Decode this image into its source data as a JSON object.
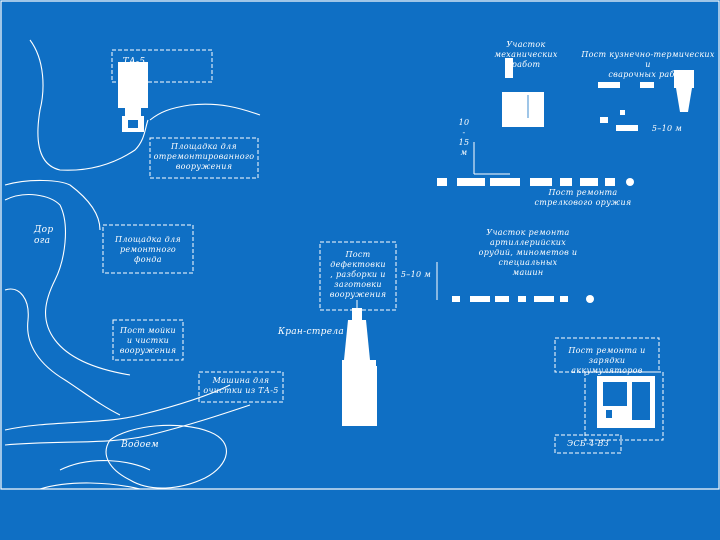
{
  "colors": {
    "background": "#0f6fc4",
    "lines": "#ffffff",
    "objects": "#ffffff",
    "object_details": "#0f6fc4"
  },
  "labels": {
    "ta5_top": "ТА-5",
    "mechanical_section": "Участок\nмеханических\nработ",
    "forge_weld_post": "Пост кузнечно-термических и\nсварочных работ",
    "area_15": "10\n-\n15\nм",
    "area_5_10_top": "5–10 м",
    "armament_repair_site": "Площадка для\nотремонтированного\nвооружения",
    "small_arms_post": "Пост ремонта\nстрелкового оружия",
    "road": "Дор\nога",
    "repair_fund_site": "Площадка для\nремонтного\nфонда",
    "defect_post": "Пост\nдефектовки\n, разборки и\nзаготовки\nвооружения",
    "area_5_10_mid": "5–10 м",
    "artillery_section": "Участок ремонта\nартиллерийских\nорудий, минометов и специальных\nмашин",
    "wash_post": "Пост мойки\nи чистки\nвооружения",
    "crane": "Кран-стрела",
    "battery_post": "Пост ремонта и\nзарядки аккумуляторов",
    "ta5_machine": "Машина для\nочистки из ТА-5",
    "pond": "Водоем",
    "esb": "ЭСБ-4-ВЗ"
  },
  "icons": {
    "tank_truck": "tank-truck-icon",
    "crane": "crane-icon",
    "generator": "generator-icon",
    "mill": "mill-icon"
  }
}
